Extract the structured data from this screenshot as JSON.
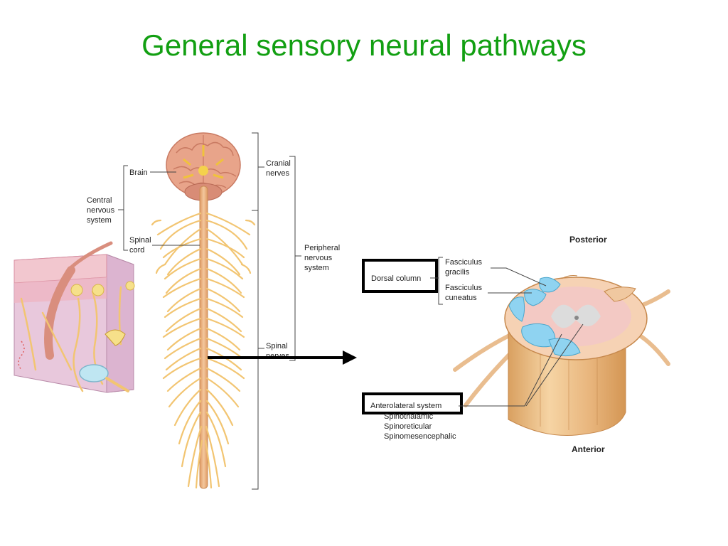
{
  "title": "General sensory neural pathways",
  "labels": {
    "brain": "Brain",
    "cns": [
      "Central",
      "nervous",
      "system"
    ],
    "spinal_cord": [
      "Spinal",
      "cord"
    ],
    "cranial_nerves": [
      "Cranial",
      "nerves"
    ],
    "pns": [
      "Peripheral",
      "nervous",
      "system"
    ],
    "spinal_nerves": [
      "Spinal",
      "nerves"
    ],
    "posterior": "Posterior",
    "anterior": "Anterior",
    "dorsal_column": "Dorsal column",
    "fasciculus_gracilis": [
      "Fasciculus",
      "gracilis"
    ],
    "fasciculus_cuneatus": [
      "Fasciculus",
      "cuneatus"
    ],
    "anterolateral_system": "Anterolateral system",
    "anterolateral_tracts": [
      "Spinothalamic",
      "Spinoreticular",
      "Spinomesencephalic"
    ]
  },
  "colors": {
    "title": "#129f12",
    "nerve": "#f2c572",
    "cord": "#e7b07e",
    "brain": "#e8a48a",
    "tract": "#8fd3f1",
    "skin": "#f2c7cf",
    "arrow": "#000000"
  }
}
